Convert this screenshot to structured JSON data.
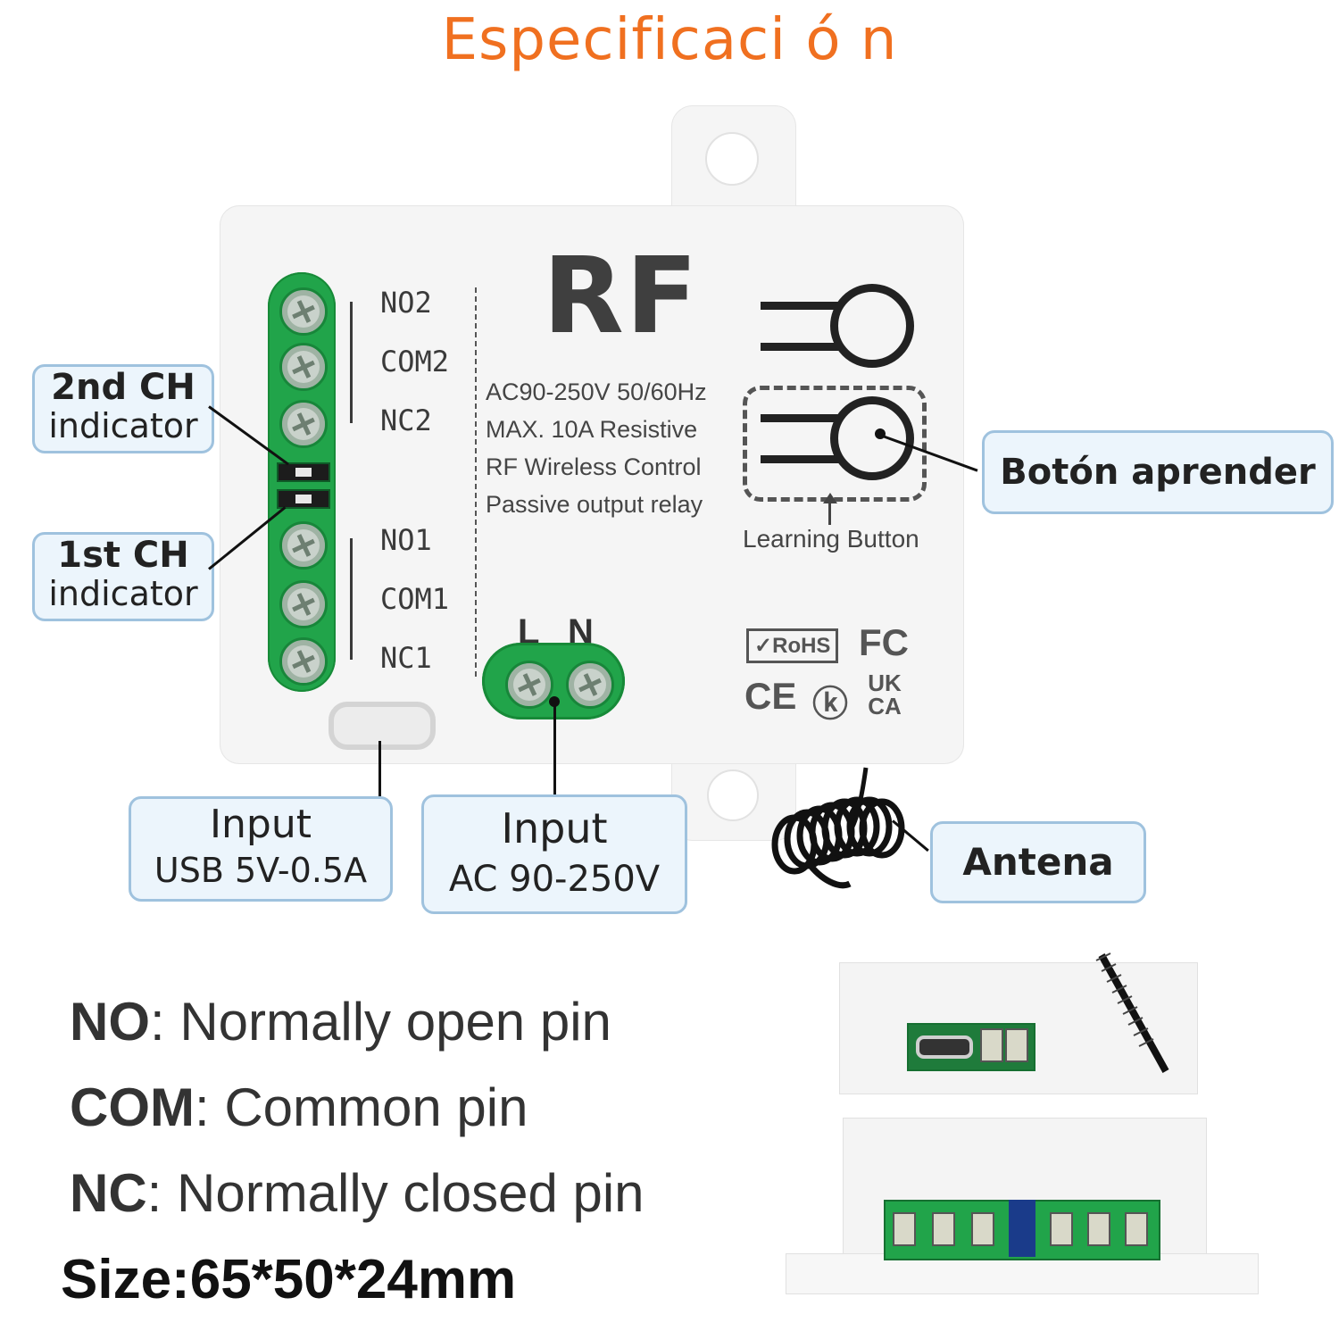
{
  "title": "Especificaci ó n",
  "device": {
    "logo": "RF",
    "specs": [
      "AC90-250V  50/60Hz",
      "MAX. 10A  Resistive",
      "RF Wireless Control",
      "Passive output relay"
    ],
    "pins": [
      "NO2",
      "COM2",
      "NC2",
      "NO1",
      "COM1",
      "NC1"
    ],
    "power_terminals": [
      "L",
      "N"
    ],
    "learning_button_label": "Learning Button",
    "cert_marks": [
      "RoHS",
      "FC",
      "CE",
      "UK CA"
    ]
  },
  "callouts": {
    "ch2_title": "2nd CH",
    "ch2_sub": "indicator",
    "ch1_title": "1st CH",
    "ch1_sub": "indicator",
    "learn_button": "Botón aprender",
    "usb_title": "Input",
    "usb_sub": "USB 5V-0.5A",
    "ac_title": "Input",
    "ac_sub": "AC 90-250V",
    "antenna": "Antena"
  },
  "legend": [
    {
      "abbr": "NO",
      "text": ": Normally open pin"
    },
    {
      "abbr": "COM",
      "text": ": Common pin"
    },
    {
      "abbr": "NC",
      "text": ": Normally closed pin"
    }
  ],
  "size": "Size:65*50*24mm"
}
